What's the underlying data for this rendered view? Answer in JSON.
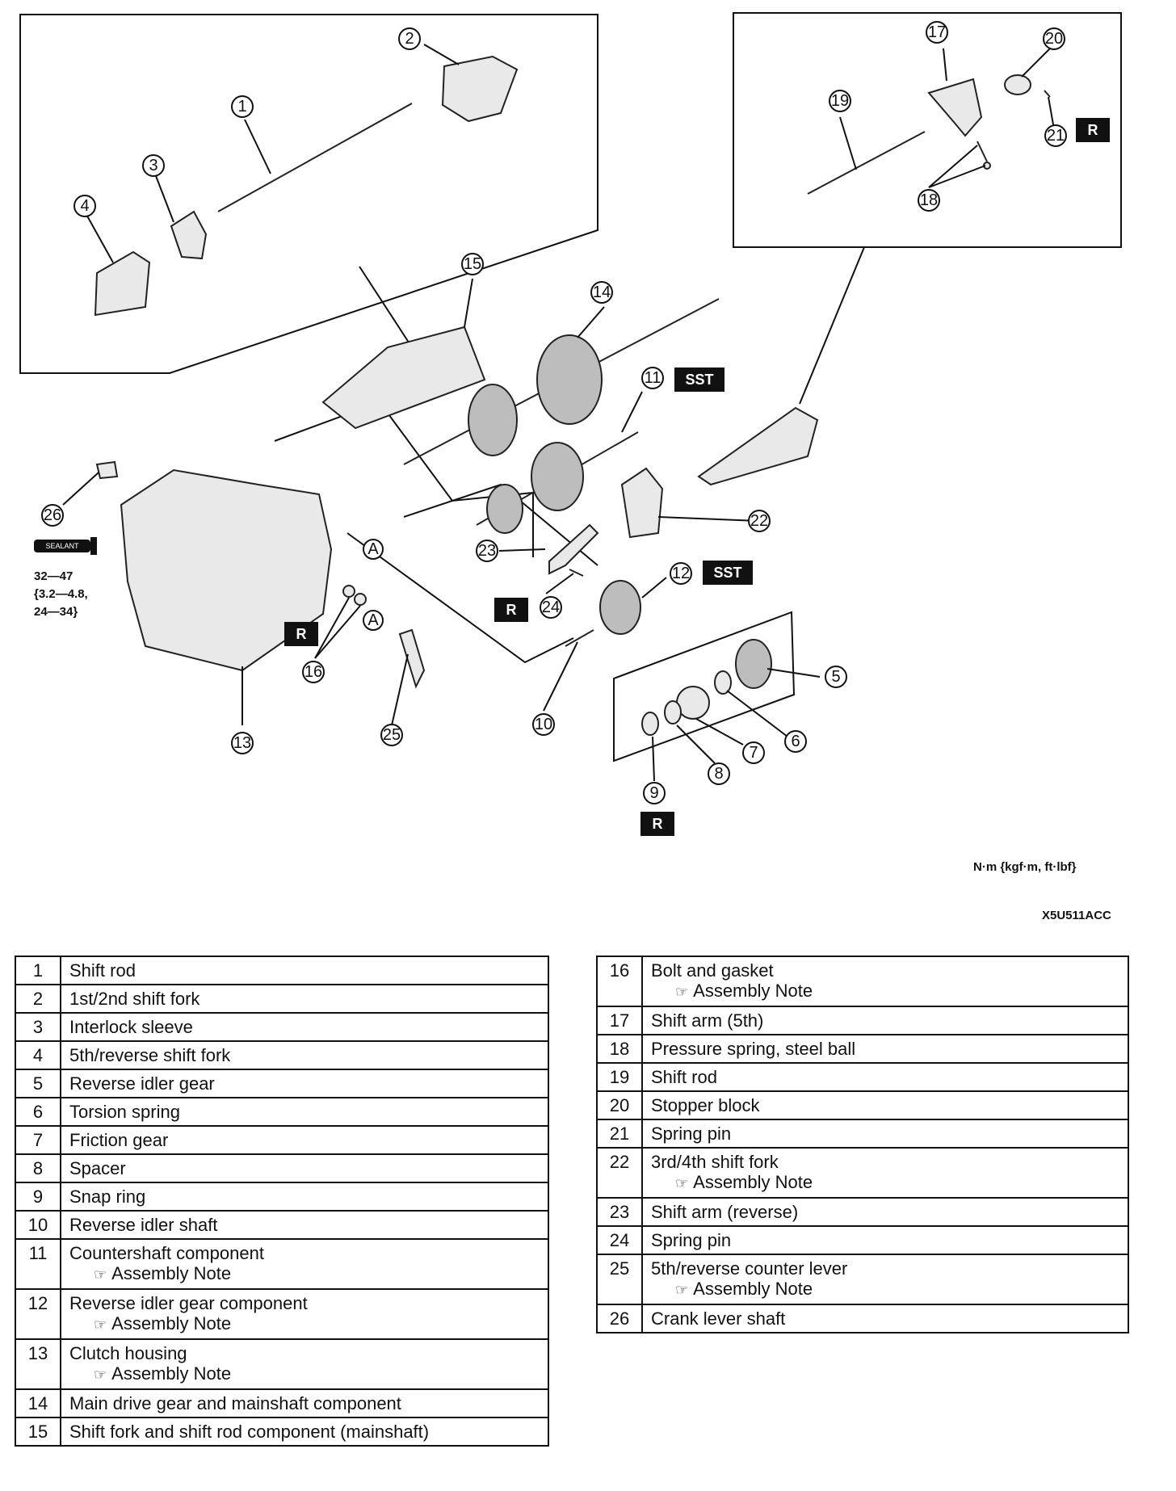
{
  "diagram": {
    "callouts": [
      "1",
      "2",
      "3",
      "4",
      "5",
      "6",
      "7",
      "8",
      "9",
      "10",
      "11",
      "12",
      "13",
      "14",
      "15",
      "16",
      "17",
      "18",
      "19",
      "20",
      "21",
      "22",
      "23",
      "24",
      "25",
      "26"
    ],
    "tags": {
      "sst": "SST",
      "r": "R",
      "a": "A"
    },
    "sealant_label": "SEALANT",
    "torque_line1": "32—47",
    "torque_line2": "{3.2—4.8,",
    "torque_line3": "24—34}",
    "unit_label": "N·m {kgf·m, ft·lbf}",
    "figure_code": "X5U511ACC"
  },
  "legend_left": [
    {
      "num": "1",
      "desc": "Shift rod",
      "note": ""
    },
    {
      "num": "2",
      "desc": "1st/2nd shift fork",
      "note": ""
    },
    {
      "num": "3",
      "desc": "Interlock sleeve",
      "note": ""
    },
    {
      "num": "4",
      "desc": "5th/reverse shift fork",
      "note": ""
    },
    {
      "num": "5",
      "desc": "Reverse idler gear",
      "note": ""
    },
    {
      "num": "6",
      "desc": "Torsion spring",
      "note": ""
    },
    {
      "num": "7",
      "desc": "Friction gear",
      "note": ""
    },
    {
      "num": "8",
      "desc": "Spacer",
      "note": ""
    },
    {
      "num": "9",
      "desc": "Snap ring",
      "note": ""
    },
    {
      "num": "10",
      "desc": "Reverse idler shaft",
      "note": ""
    },
    {
      "num": "11",
      "desc": "Countershaft component",
      "note": "Assembly Note"
    },
    {
      "num": "12",
      "desc": "Reverse idler gear component",
      "note": "Assembly Note"
    },
    {
      "num": "13",
      "desc": "Clutch housing",
      "note": "Assembly Note"
    },
    {
      "num": "14",
      "desc": "Main drive gear and mainshaft component",
      "note": ""
    },
    {
      "num": "15",
      "desc": "Shift fork and shift rod component (mainshaft)",
      "note": ""
    }
  ],
  "legend_right": [
    {
      "num": "16",
      "desc": "Bolt and gasket",
      "note": "Assembly Note"
    },
    {
      "num": "17",
      "desc": "Shift arm (5th)",
      "note": ""
    },
    {
      "num": "18",
      "desc": "Pressure spring, steel ball",
      "note": ""
    },
    {
      "num": "19",
      "desc": "Shift rod",
      "note": ""
    },
    {
      "num": "20",
      "desc": "Stopper block",
      "note": ""
    },
    {
      "num": "21",
      "desc": "Spring pin",
      "note": ""
    },
    {
      "num": "22",
      "desc": "3rd/4th shift fork",
      "note": "Assembly Note"
    },
    {
      "num": "23",
      "desc": "Shift arm (reverse)",
      "note": ""
    },
    {
      "num": "24",
      "desc": "Spring pin",
      "note": ""
    },
    {
      "num": "25",
      "desc": "5th/reverse counter lever",
      "note": "Assembly Note"
    },
    {
      "num": "26",
      "desc": "Crank lever shaft",
      "note": ""
    }
  ],
  "note_icon": "pointing-hand-icon"
}
